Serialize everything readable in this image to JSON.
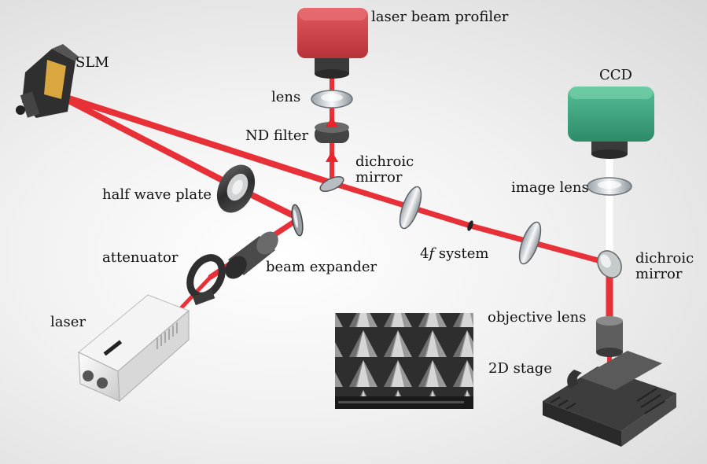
{
  "labels": {
    "slm": "SLM",
    "laser_beam_profiler": "laser beam profiler",
    "lens": "lens",
    "nd_filter": "ND filter",
    "dichroic_mirror_1": "dichroic\nmirror",
    "ccd": "CCD",
    "image_lens": "image lens",
    "half_wave_plate": "half wave plate",
    "four_f_prefix": "4",
    "four_f_italic": "f",
    "four_f_suffix": " system",
    "dichroic_mirror_2": "dichroic\nmirror",
    "attenuator": "attenuator",
    "beam_expander": "beam expander",
    "objective_lens": "objective lens",
    "laser": "laser",
    "stage_2d": "2D stage"
  },
  "colors": {
    "beam": "#e8262e",
    "profiler": "#d9484f",
    "ccd": "#3fa882",
    "white_beam": "#ffffff",
    "device_dark": "#3a3a3a",
    "sem_bg": "#2b2b2b"
  },
  "icons": {
    "slm": "slm-device-icon",
    "laser": "laser-box-icon",
    "stage": "xy-stage-icon",
    "sem_inset": "microstructure-sem-image"
  }
}
